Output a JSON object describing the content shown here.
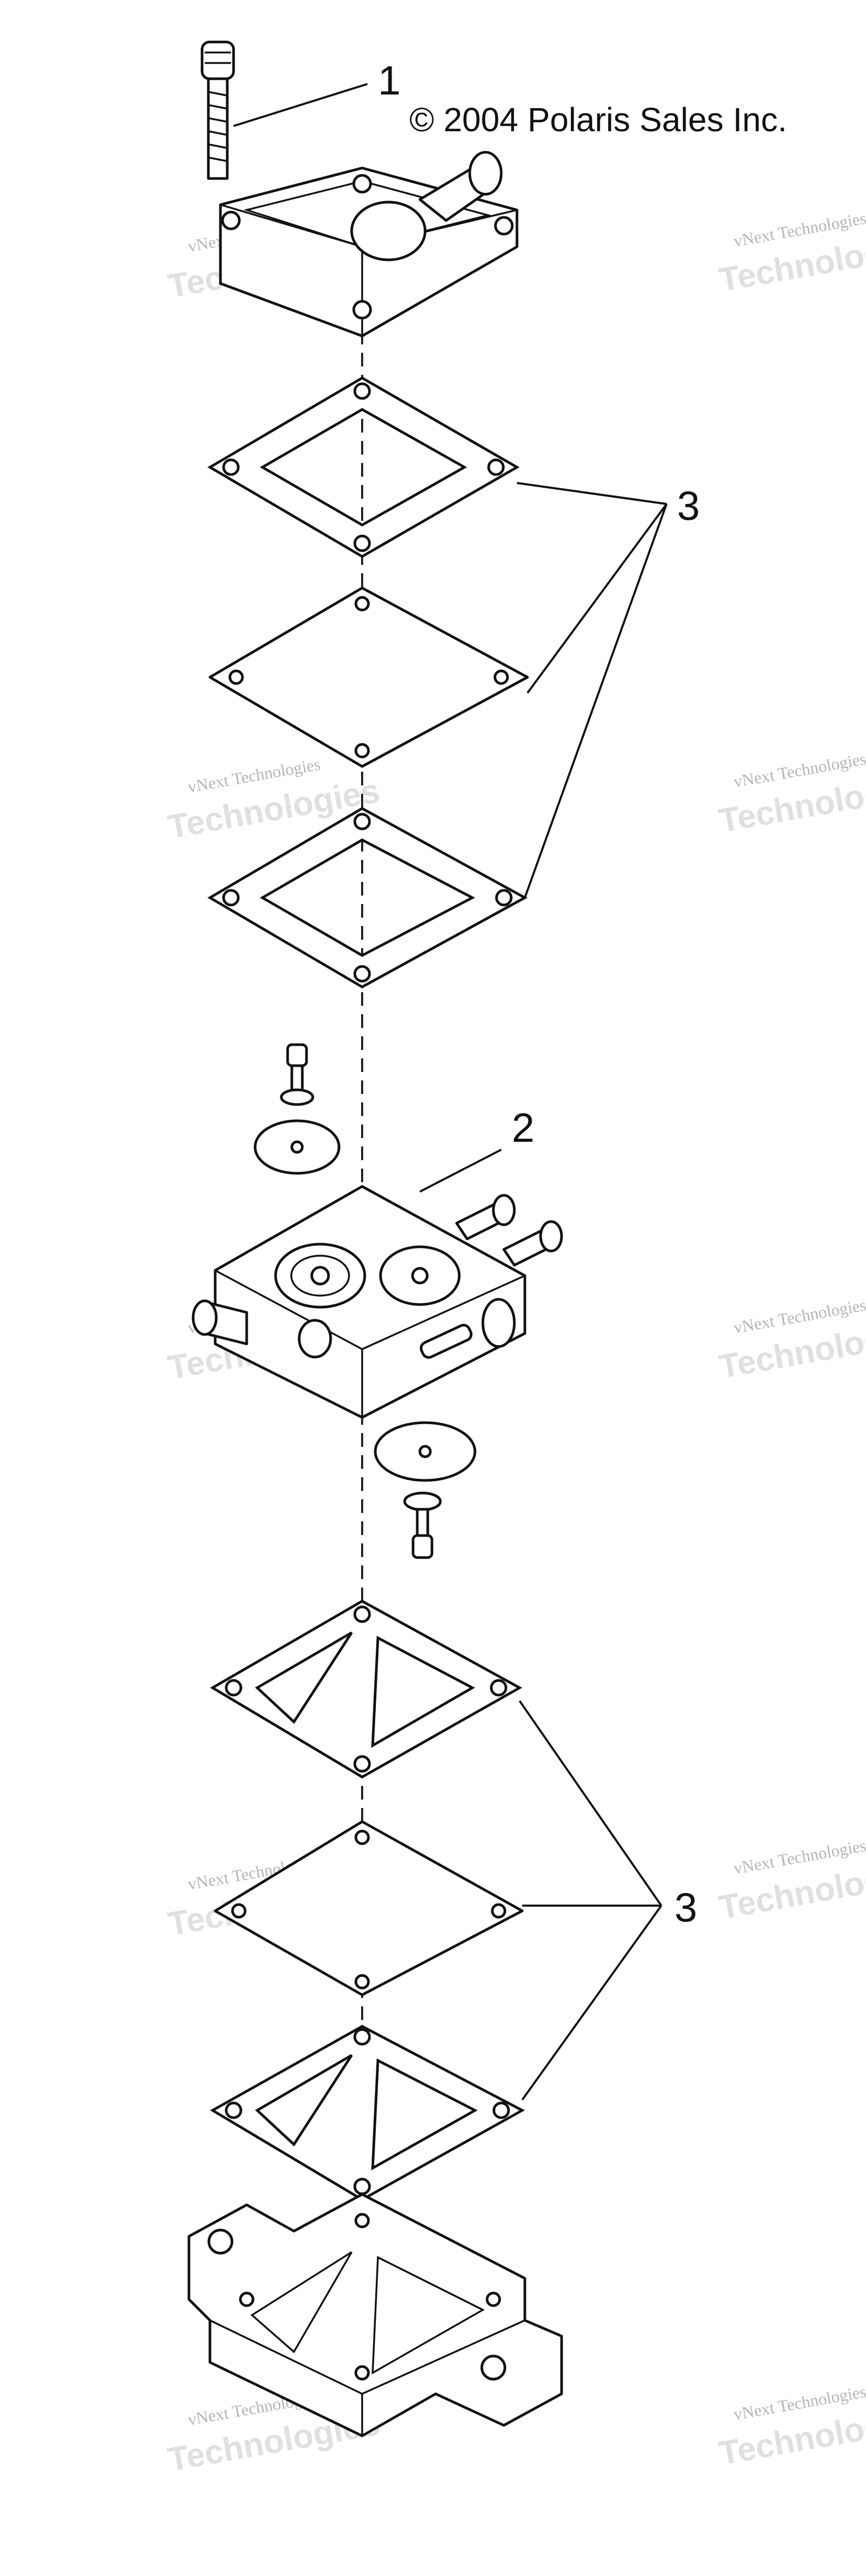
{
  "copyright": "© 2004 Polaris Sales Inc.",
  "callouts": [
    {
      "id": "bolt",
      "label": "1"
    },
    {
      "id": "pump-body",
      "label": "2"
    },
    {
      "id": "upper-gasket-set",
      "label": "3"
    },
    {
      "id": "lower-gasket-set",
      "label": "3"
    }
  ],
  "watermark": {
    "line1": "vNext Technologies",
    "line2": "Technologies",
    "line3": "vNext"
  },
  "colors": {
    "line": "#111111",
    "background": "#ffffff",
    "watermark": "#9a9a9a"
  }
}
